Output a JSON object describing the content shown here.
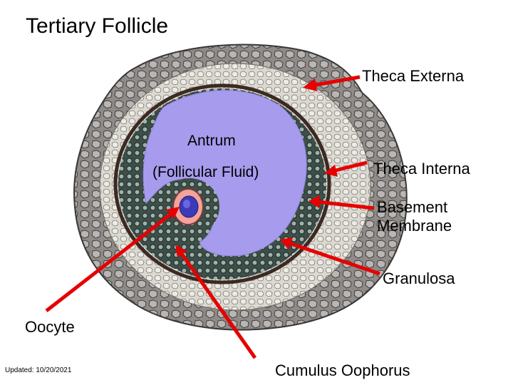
{
  "title": "Tertiary Follicle",
  "labels": {
    "antrum": "Antrum",
    "follicular_fluid": "(Follicular Fluid)",
    "theca_externa": "Theca Externa",
    "theca_interna": "Theca Interna",
    "basement_line1": "Basement",
    "basement_line2": "Membrane",
    "granulosa": "Granulosa",
    "oocyte": "Oocyte",
    "cumulus_oophorus": "Cumulus Oophorus"
  },
  "updated": "Updated: 10/20/2021",
  "colors": {
    "arrow": "#e60000",
    "theca_externa": "#8a8785",
    "theca_interna": "#d2cfc7",
    "basement_membrane": "#3c2a22",
    "granulosa": "#5a6e68",
    "antrum": "#a79bee",
    "zona_pellucida": "#f3a39c",
    "oocyte": "#3c3ab8"
  }
}
